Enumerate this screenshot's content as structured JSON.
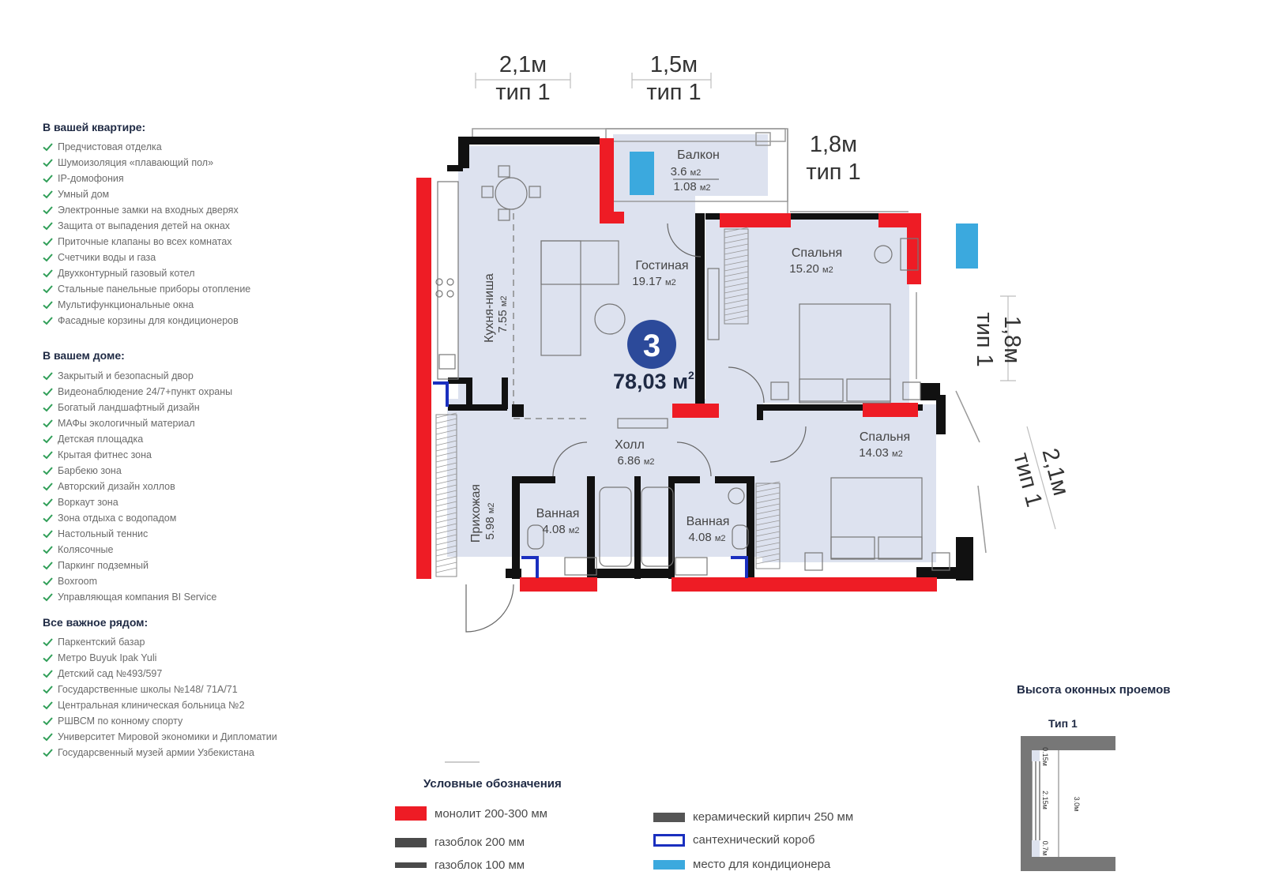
{
  "apartment": {
    "rooms_badge": "3",
    "area": "78,03 м",
    "area_sup": "2"
  },
  "in_apartment": {
    "title": "В вашей квартире:",
    "items": [
      "Предчистовая отделка",
      "Шумоизоляция «плавающий пол»",
      "IP-домофония",
      "Умный дом",
      "Электронные замки на входных дверях",
      "Защита от выпадения детей на окнах",
      "Приточные клапаны во всех комнатах",
      "Счетчики воды и газа",
      "Двухконтурный газовый котел",
      "Стальные панельные приборы отопление",
      "Мультифункциональные окна",
      "Фасадные корзины для кондиционеров"
    ]
  },
  "in_house": {
    "title": "В вашем доме:",
    "items": [
      "Закрытый и безопасный двор",
      "Видеонаблюдение 24/7+пункт охраны",
      "Богатый ландшафтный дизайн",
      "МАФы экологичный материал",
      "Детская площадка",
      "Крытая фитнес зона",
      "Барбекю зона",
      "Авторский дизайн холлов",
      "Воркаут зона",
      "Зона отдыха с водопадом",
      "Настольный теннис",
      "Колясочные",
      "Паркинг подземный",
      "Boxroom",
      "Управляющая компания BI Service"
    ]
  },
  "nearby": {
    "title": "Все важное рядом:",
    "items": [
      "Паркентский базар",
      "Метро Buyuk Ipak Yuli",
      "Детский сад №493/597",
      "Государственные школы №148/ 71А/71",
      "Центральная клиническая больница №2",
      "РШВСМ по конному спорту",
      "Университет Мировой экономики и Дипломатии",
      "Государсвенный музей армии Узбекистана"
    ]
  },
  "rooms": {
    "balcony": {
      "name": "Балкон",
      "area1": "3.6",
      "area2": "1.08",
      "unit": "м2"
    },
    "living": {
      "name": "Гостиная",
      "area": "19.17",
      "unit": "м2"
    },
    "kitchen": {
      "name": "Кухня-ниша",
      "area": "7.55",
      "unit": "м2"
    },
    "bedroom1": {
      "name": "Спальня",
      "area": "15.20",
      "unit": "м2"
    },
    "bedroom2": {
      "name": "Спальня",
      "area": "14.03",
      "unit": "м2"
    },
    "hall": {
      "name": "Холл",
      "area": "6.86",
      "unit": "м2"
    },
    "bath1": {
      "name": "Ванная",
      "area": "4.08",
      "unit": "м2"
    },
    "bath2": {
      "name": "Ванная",
      "area": "4.08",
      "unit": "м2"
    },
    "entry": {
      "name": "Прихожая",
      "area": "5.98",
      "unit": "м2"
    }
  },
  "windows": [
    {
      "size": "2,1м",
      "type": "тип 1"
    },
    {
      "size": "1,5м",
      "type": "тип 1"
    },
    {
      "size": "1,8м",
      "type": "тип 1"
    },
    {
      "size": "1,8м",
      "type": "тип 1"
    },
    {
      "size": "2,1м",
      "type": "тип 1"
    }
  ],
  "legend": {
    "title": "Условные обозначения",
    "items": [
      {
        "label": "монолит 200-300 мм",
        "color": "#ee1c25"
      },
      {
        "label": "газоблок 200 мм",
        "color": "#4a4a4a"
      },
      {
        "label": "газоблок 100 мм",
        "color": "#4a4a4a"
      },
      {
        "label": "керамический кирпич 250 мм",
        "color": "#555555"
      },
      {
        "label": "сантехнический короб",
        "color": "#1a2fbf"
      },
      {
        "label": "место для кондиционера",
        "color": "#3ba9de"
      }
    ]
  },
  "window_heights": {
    "title": "Высота оконных проемов",
    "type": "Тип 1",
    "top": "0.15м",
    "middle": "2.15м",
    "bottom": "0.7м",
    "total": "3.0м"
  },
  "colors": {
    "wall_monolith": "#ee1c25",
    "room_fill": "#dde2ef",
    "accent": "#2c4a9a",
    "check": "#2f9e57",
    "ac": "#3ba9de",
    "plumbing": "#1a2fbf"
  }
}
